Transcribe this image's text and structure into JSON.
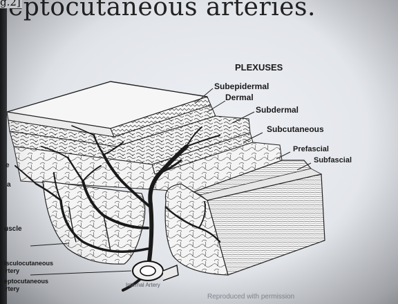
{
  "corner_tag": "g.2]",
  "heading": "eptocutaneous arteries.",
  "plexuses_title": "PLEXUSES",
  "layers": {
    "subepidermal": "Subepidermal",
    "dermal": "Dermal",
    "subdermal": "Subdermal",
    "subcutaneous": "Subcutaneous",
    "prefascial": "Prefascial",
    "subfascial": "Subfascial"
  },
  "left_labels": {
    "e": "e",
    "a": "a",
    "muscle": "uscle",
    "musculocutaneous": "isculocutaneous",
    "artery1": "rtery",
    "septocutaneous": "eptocutaneous",
    "artery2": "rtery"
  },
  "bottom": {
    "internal_artery": "Internal Artery",
    "blurred_caption": "Reproduced with permission"
  }
}
